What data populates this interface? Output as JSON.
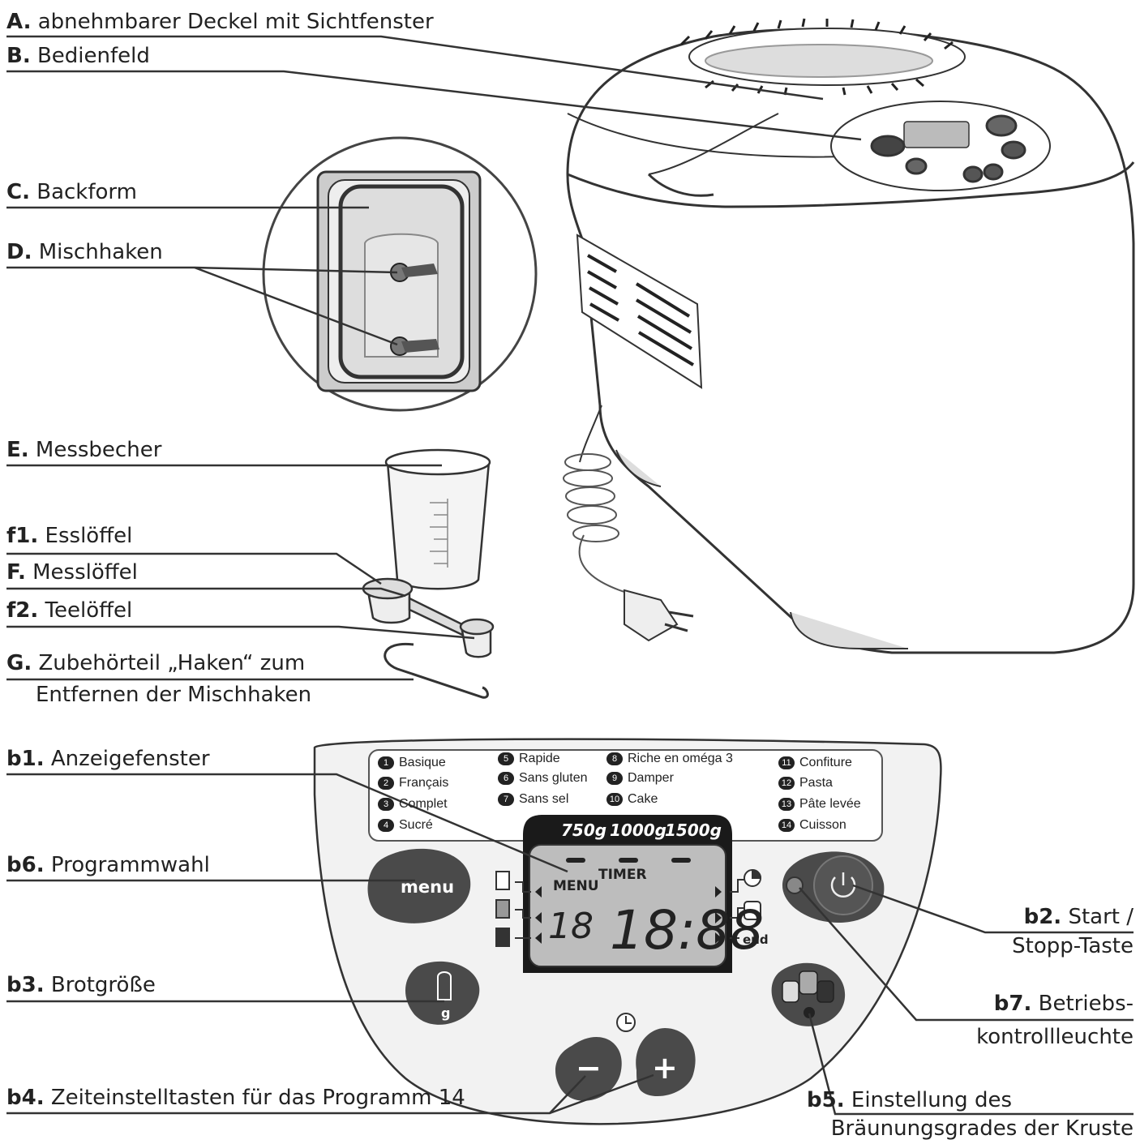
{
  "labels": {
    "A": {
      "code": "A.",
      "text": "abnehmbarer Deckel mit Sichtfenster"
    },
    "B": {
      "code": "B.",
      "text": "Bedienfeld"
    },
    "C": {
      "code": "C.",
      "text": "Backform"
    },
    "D": {
      "code": "D.",
      "text": "Mischhaken"
    },
    "E": {
      "code": "E.",
      "text": "Messbecher"
    },
    "f1": {
      "code": "f1.",
      "text": "Esslöffel"
    },
    "F": {
      "code": "F.",
      "text": "Messlöffel"
    },
    "f2": {
      "code": "f2.",
      "text": "Teelöffel"
    },
    "G": {
      "code": "G.",
      "text": "Zubehörteil „Haken“ zum",
      "text2": "Entfernen der Mischhaken"
    },
    "b1": {
      "code": "b1.",
      "text": "Anzeigefenster"
    },
    "b6": {
      "code": "b6.",
      "text": "Programmwahl"
    },
    "b3": {
      "code": "b3.",
      "text": "Brotgröße"
    },
    "b4": {
      "code": "b4.",
      "text": "Zeiteinstelltasten für das Programm 14"
    },
    "b2": {
      "code": "b2.",
      "text": "Start /",
      "text2": "Stopp-Taste"
    },
    "b7": {
      "code": "b7.",
      "text": "Betriebs-",
      "text2": "kontrollleuchte"
    },
    "b5": {
      "code": "b5.",
      "text": "Einstellung des",
      "text2": "Bräunungsgrades der Kruste"
    }
  },
  "programs": [
    {
      "n": "1",
      "name": "Basique"
    },
    {
      "n": "2",
      "name": "Français"
    },
    {
      "n": "3",
      "name": "Complet"
    },
    {
      "n": "4",
      "name": "Sucré"
    },
    {
      "n": "5",
      "name": "Rapide"
    },
    {
      "n": "6",
      "name": "Sans gluten"
    },
    {
      "n": "7",
      "name": "Sans sel"
    },
    {
      "n": "8",
      "name": "Riche en oméga 3"
    },
    {
      "n": "9",
      "name": "Damper"
    },
    {
      "n": "10",
      "name": "Cake"
    },
    {
      "n": "11",
      "name": "Confiture"
    },
    {
      "n": "12",
      "name": "Pasta"
    },
    {
      "n": "13",
      "name": "Pâte levée"
    },
    {
      "n": "14",
      "name": "Cuisson"
    }
  ],
  "display": {
    "weights": [
      "750g",
      "1000g",
      "1500g"
    ],
    "menu": "MENU",
    "timer": "TIMER",
    "prog_digits": "18",
    "time_digits": "18:88",
    "end": "end"
  },
  "buttons": {
    "menu": "menu",
    "size_unit": "g",
    "minus": "−",
    "plus": "+"
  }
}
